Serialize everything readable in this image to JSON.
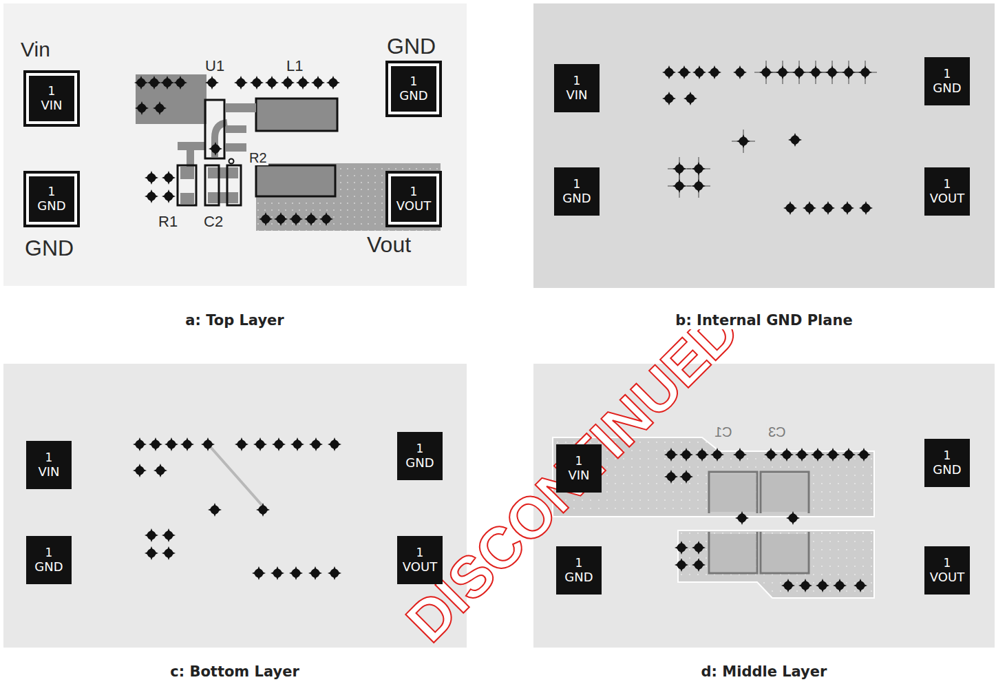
{
  "diagram": {
    "nodes": [
      {
        "text": [
          "a: Top Layer"
        ]
      },
      {
        "text": [
          "1",
          "VIN"
        ],
        "in": 0
      },
      {
        "text": [
          "1",
          "GND"
        ],
        "in": 0
      },
      {
        "text": [
          "1",
          "GND"
        ],
        "in": 0
      },
      {
        "text": [
          "1",
          "VOUT"
        ],
        "in": 0
      },
      {
        "text": [
          "b: Internal GND Plane"
        ]
      },
      {
        "text": [
          "1",
          "VIN"
        ],
        "in": 5
      },
      {
        "text": [
          "1",
          "GND"
        ],
        "in": 5
      },
      {
        "text": [
          "1",
          "GND"
        ],
        "in": 5
      },
      {
        "text": [
          "1",
          "VOUT"
        ],
        "in": 5
      },
      {
        "text": [
          "c: Bottom Layer"
        ]
      },
      {
        "text": [
          "1",
          "VIN"
        ],
        "in": 10
      },
      {
        "text": [
          "1",
          "GND"
        ],
        "in": 10
      },
      {
        "text": [
          "1",
          "GND"
        ],
        "in": 10
      },
      {
        "text": [
          "1",
          "VOUT"
        ],
        "in": 10
      },
      {
        "text": [
          "d: Middle Layer"
        ]
      },
      {
        "text": [
          "1",
          "VIN"
        ],
        "in": 15
      },
      {
        "text": [
          "1",
          "GND"
        ],
        "in": 15
      },
      {
        "text": [
          "1",
          "GND"
        ],
        "in": 15
      },
      {
        "text": [
          "1",
          "VOUT"
        ],
        "in": 15
      }
    ],
    "labels": [
      "Vin",
      "GND",
      "GND",
      "Vout",
      "U1",
      "L1",
      "R2",
      "R1",
      "C2",
      "C1",
      "C3",
      "DISCONTINUED"
    ]
  }
}
